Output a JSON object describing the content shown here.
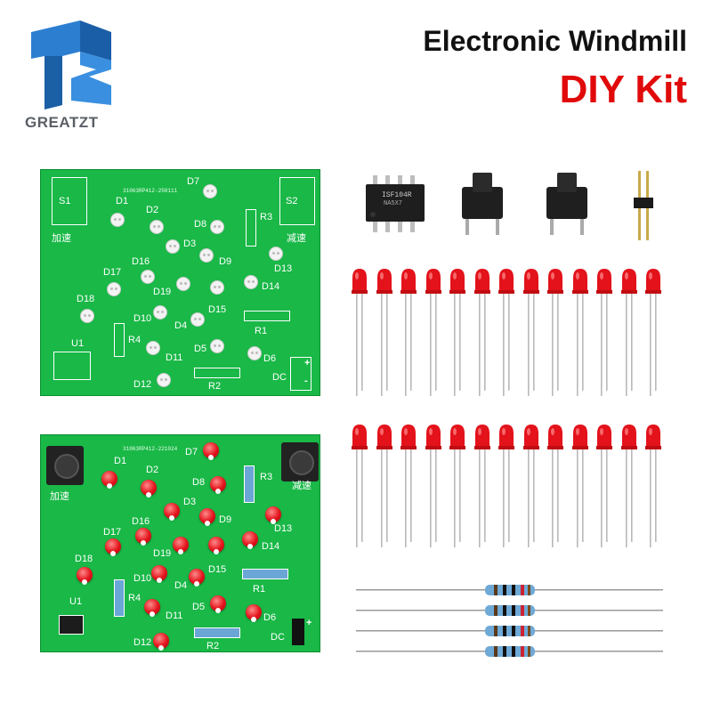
{
  "brand": {
    "name": "GREATZT",
    "logo_color": "#1f6fbf"
  },
  "headline": {
    "title": "Electronic Windmill",
    "subtitle": "DIY Kit",
    "subtitle_color": "#e10a0a"
  },
  "board_top": {
    "code": "31063RP412-250111",
    "labels": [
      "S1",
      "S2",
      "D1",
      "D2",
      "D3",
      "D4",
      "D5",
      "D6",
      "D7",
      "D8",
      "D9",
      "D10",
      "D11",
      "D12",
      "D13",
      "D14",
      "D15",
      "D16",
      "D17",
      "D18",
      "D19",
      "R1",
      "R2",
      "R3",
      "R4",
      "U1",
      "DC"
    ],
    "switch_left_label": "加速",
    "switch_right_label": "减速",
    "plus": "+",
    "minus": "-"
  },
  "board_bottom": {
    "code": "31063RP412-221024",
    "labels": [
      "D1",
      "D2",
      "D3",
      "D4",
      "D5",
      "D6",
      "D7",
      "D8",
      "D9",
      "D10",
      "D11",
      "D12",
      "D13",
      "D14",
      "D15",
      "D16",
      "D17",
      "D18",
      "D19",
      "R1",
      "R2",
      "R3",
      "R4",
      "U1",
      "DC"
    ],
    "switch_left_label": "加速",
    "switch_right_label": "减速",
    "plus": "+"
  },
  "components": {
    "ic_marking_line1": "ISF104R",
    "ic_marking_line2": "NA5X7",
    "led_rows": 2,
    "leds_per_row": 13,
    "resistors": 4,
    "led_color": "#e3121b",
    "pcb_color": "#19b847"
  }
}
